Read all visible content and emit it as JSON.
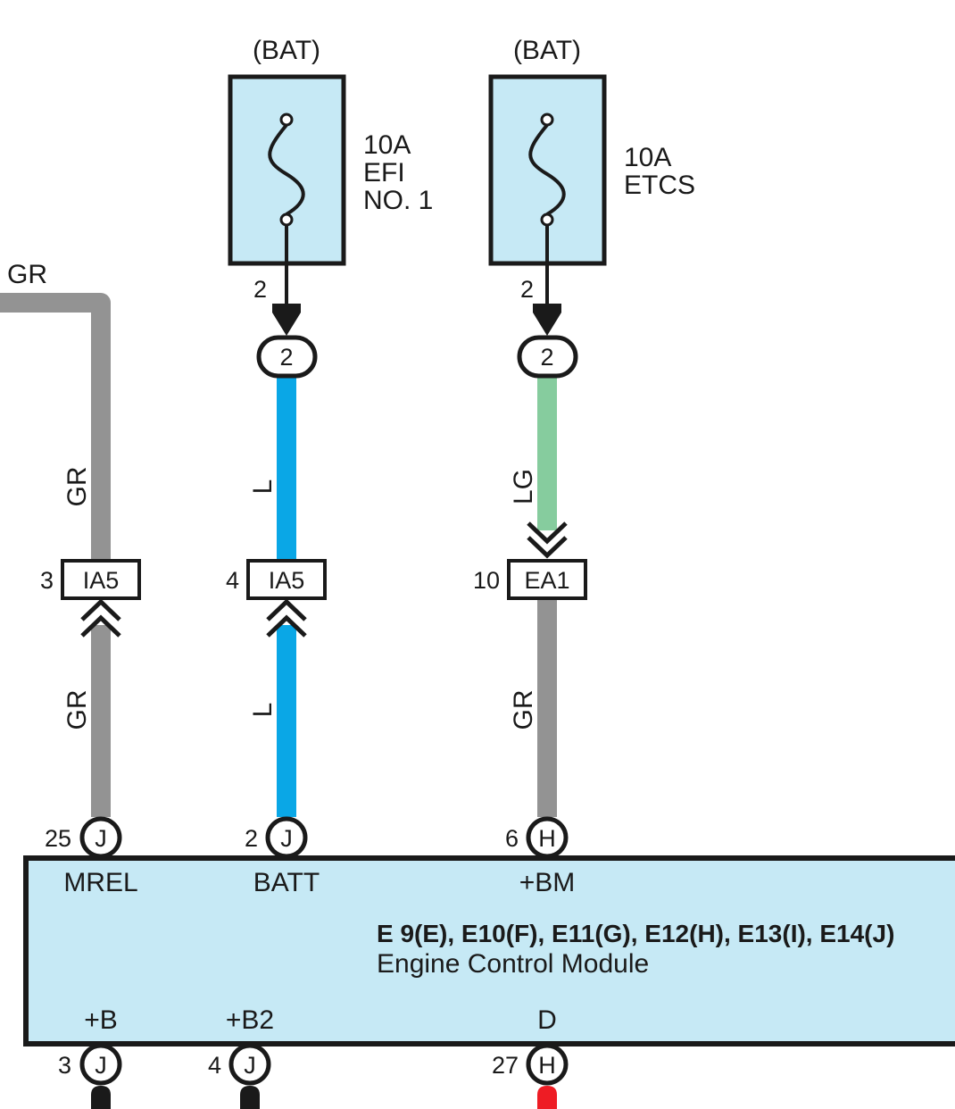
{
  "colors": {
    "GR": "#939393",
    "L": "#0aa7e6",
    "LG": "#86cc9e",
    "B": "#1a1a1a",
    "R": "#ee1c24",
    "box_fill": "#c6e9f5",
    "outline": "#1a1a1a"
  },
  "fuses": [
    {
      "source": "(BAT)",
      "rating": "10A",
      "name_lines": [
        "EFI",
        "NO. 1"
      ],
      "pin": "2",
      "connector": "2"
    },
    {
      "source": "(BAT)",
      "rating": "10A",
      "name_lines": [
        "ETCS"
      ],
      "pin": "2",
      "connector": "2"
    }
  ],
  "left_wire": {
    "label": "GR"
  },
  "wires": {
    "mrel_upper": "GR",
    "mrel_lower": "GR",
    "batt_upper": "L",
    "batt_lower": "L",
    "bm_upper": "LG",
    "bm_lower": "GR"
  },
  "junctions": [
    {
      "pin": "3",
      "id": "IA5"
    },
    {
      "pin": "4",
      "id": "IA5"
    },
    {
      "pin": "10",
      "id": "EA1"
    }
  ],
  "ecm": {
    "title": "E 9(E), E10(F), E11(G), E12(H), E13(I), E14(J)",
    "subtitle": "Engine Control Module",
    "top_terminals": [
      {
        "pin": "25",
        "connector": "J",
        "name": "MREL"
      },
      {
        "pin": "2",
        "connector": "J",
        "name": "BATT"
      },
      {
        "pin": "6",
        "connector": "H",
        "name": "+BM"
      }
    ],
    "bottom_terminals": [
      {
        "pin": "3",
        "connector": "J",
        "name": "+B"
      },
      {
        "pin": "4",
        "connector": "J",
        "name": "+B2"
      },
      {
        "pin": "27",
        "connector": "H",
        "name": "D"
      }
    ]
  }
}
